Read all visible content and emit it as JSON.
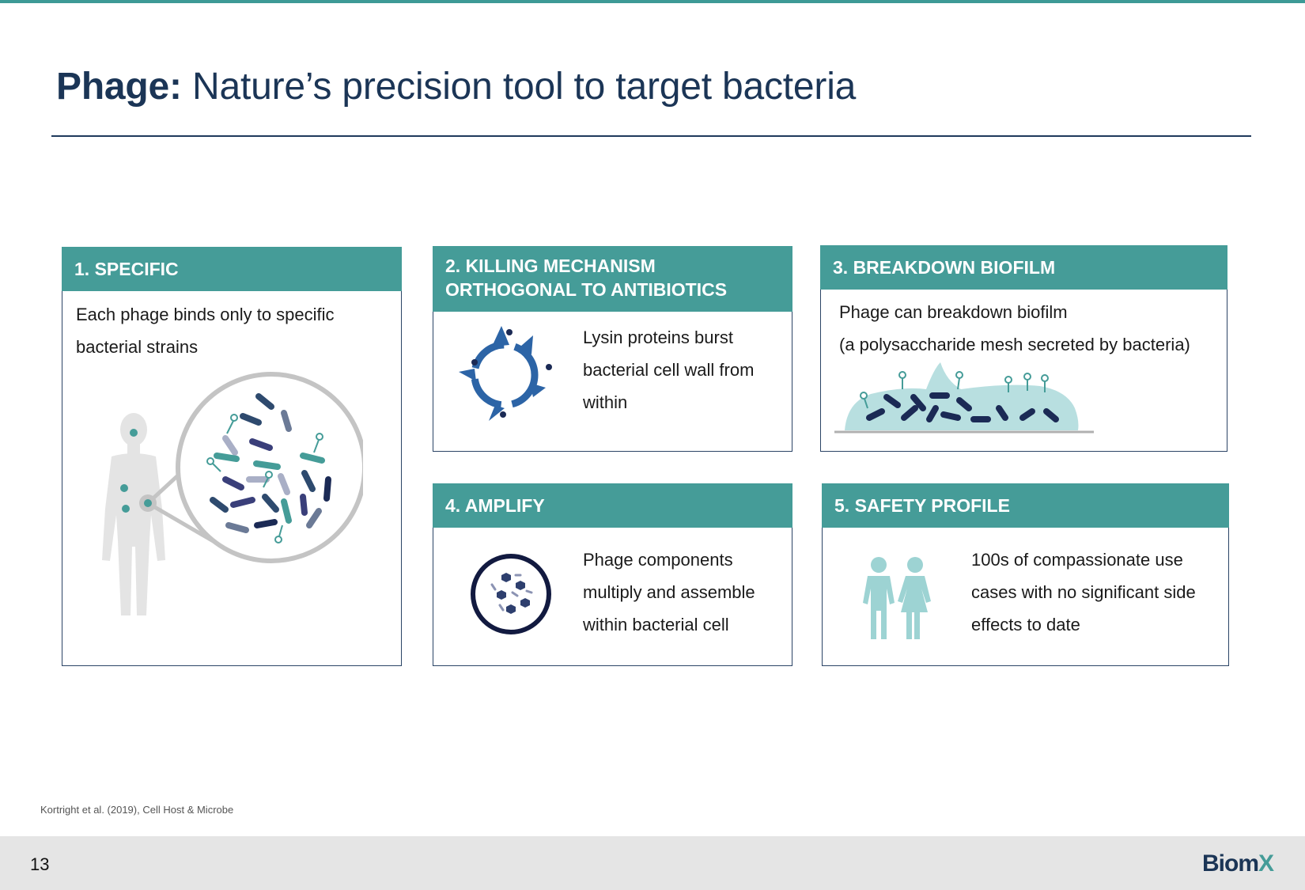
{
  "slide": {
    "title_lead": "Phage:",
    "title_rest": " Nature’s precision tool to target bacteria",
    "page_number": "13",
    "citation": "Kortright et al. (2019), Cell Host & Microbe",
    "logo": {
      "main": "Biom",
      "accent": "X"
    }
  },
  "cards": {
    "specific": {
      "heading": "1. SPECIFIC",
      "line1": "Each phage binds only to specific",
      "line2": "bacterial strains"
    },
    "killing": {
      "heading_line1": "2. KILLING MECHANISM",
      "heading_line2": "ORTHOGONAL TO ANTIBIOTICS",
      "line1": "Lysin proteins burst",
      "line2": "bacterial cell wall from",
      "line3": "within"
    },
    "biofilm": {
      "heading": "3. BREAKDOWN BIOFILM",
      "line1": "Phage can breakdown biofilm",
      "line2": "(a polysaccharide mesh secreted by bacteria)"
    },
    "amplify": {
      "heading": "4. AMPLIFY",
      "line1": "Phage components",
      "line2": "multiply and assemble",
      "line3": "within bacterial cell"
    },
    "safety": {
      "heading": "5. SAFETY PROFILE",
      "line1": "100s of compassionate use",
      "line2": "cases with no significant side",
      "line3": "effects to date"
    }
  },
  "colors": {
    "teal": "#459c98",
    "navy": "#1b3556",
    "light_teal": "#9dd3d3"
  },
  "icons": [
    "human-body-icon",
    "bacteria-magnifier-icon",
    "burst-cell-icon",
    "biofilm-icon",
    "amplify-cell-icon",
    "people-icon"
  ]
}
